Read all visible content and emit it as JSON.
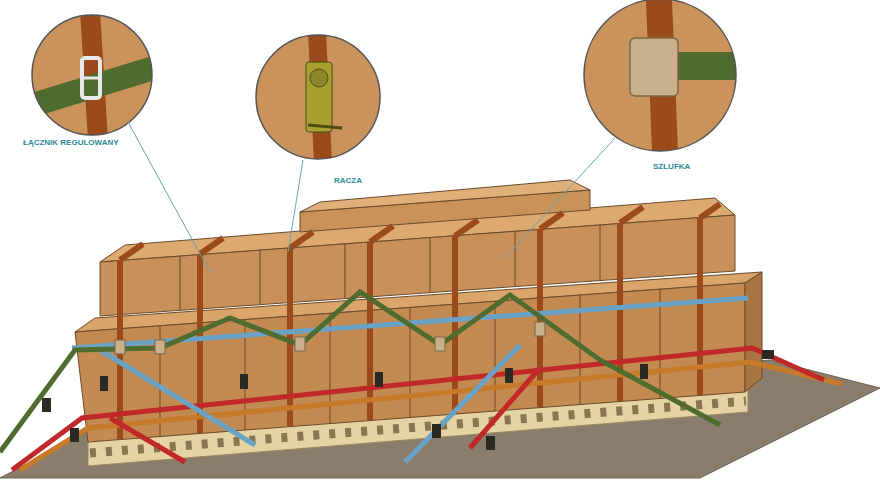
{
  "diagram": {
    "labels": [
      "ŁĄCZNIK REGULOWANY",
      "RACZA",
      "SZLUFKA"
    ]
  }
}
